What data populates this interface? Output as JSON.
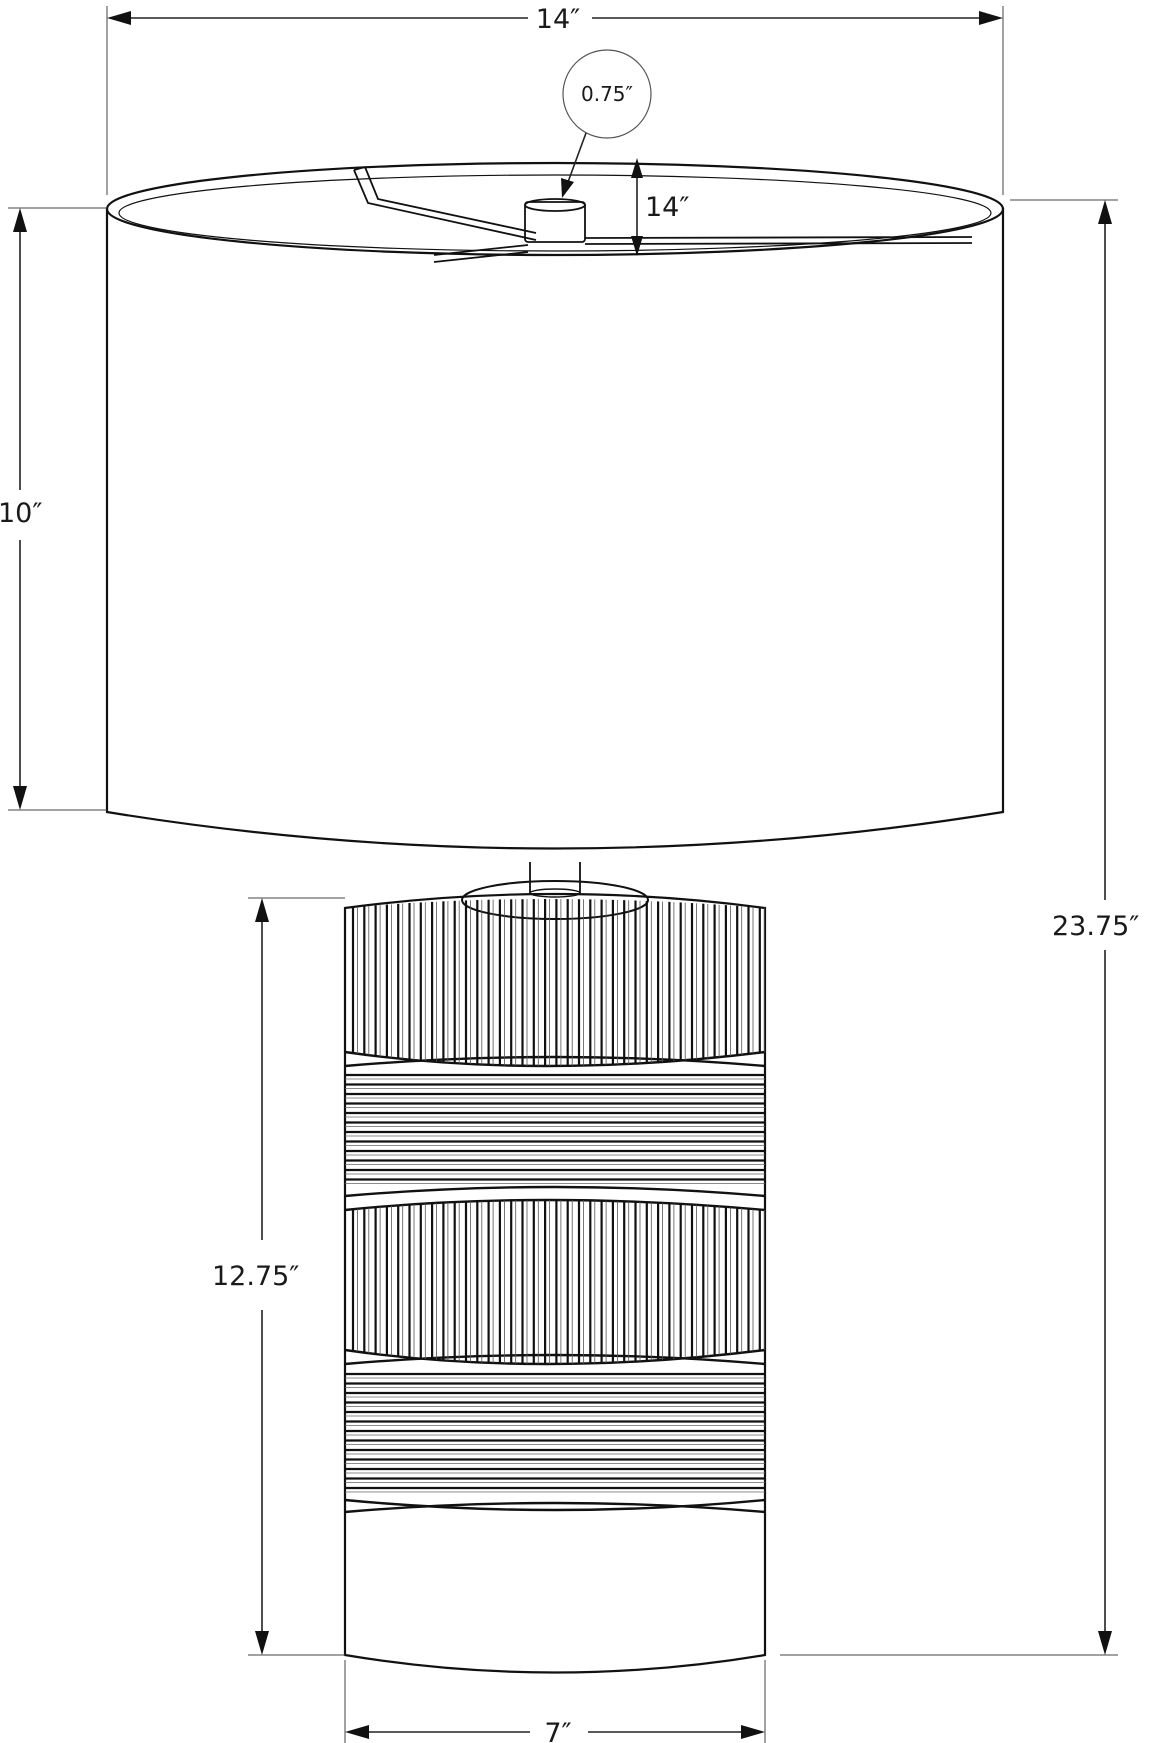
{
  "dimensions": {
    "overall_width": "14″",
    "overall_height": "23.75″",
    "shade_height": "10″",
    "shade_inner_depth": "14″",
    "finial_callout": "0.75″",
    "base_height": "12.75″",
    "base_width": "7″"
  }
}
